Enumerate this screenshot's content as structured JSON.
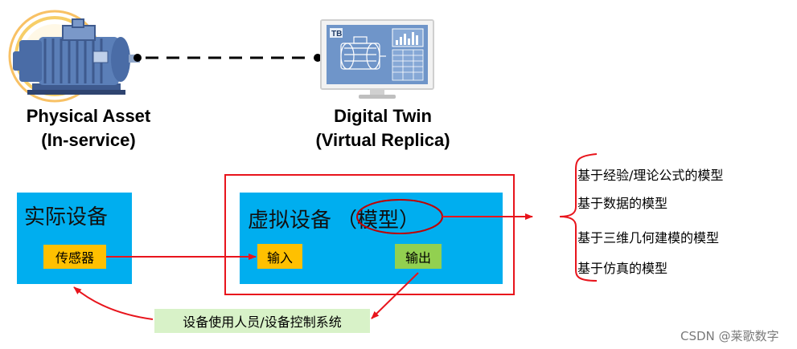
{
  "top": {
    "physical_asset_line1": "Physical Asset",
    "physical_asset_line2": "(In-service)",
    "digital_twin_line1": "Digital Twin",
    "digital_twin_line2": "(Virtual Replica)",
    "monitor_badge": "TB"
  },
  "physical_box": {
    "title": "实际设备",
    "sensor": "传感器"
  },
  "virtual_box": {
    "title": "虚拟设备",
    "model_label": "（模型）",
    "input": "输入",
    "output": "输出"
  },
  "operator_label": "设备使用人员/设备控制系统",
  "model_types": [
    "基于经验/理论公式的模型",
    "基于数据的模型",
    "基于三维几何建模的模型",
    "基于仿真的模型"
  ],
  "watermark": "CSDN @莱歌数字",
  "colors": {
    "box_blue": "#00AEEF",
    "tag_yellow": "#FFC000",
    "tag_green": "#92D050",
    "label_bg": "#D8F2C8",
    "arrow_red": "#E8141C",
    "motor_blue": "#5B7FB8",
    "halo_orange": "#F5A623"
  }
}
